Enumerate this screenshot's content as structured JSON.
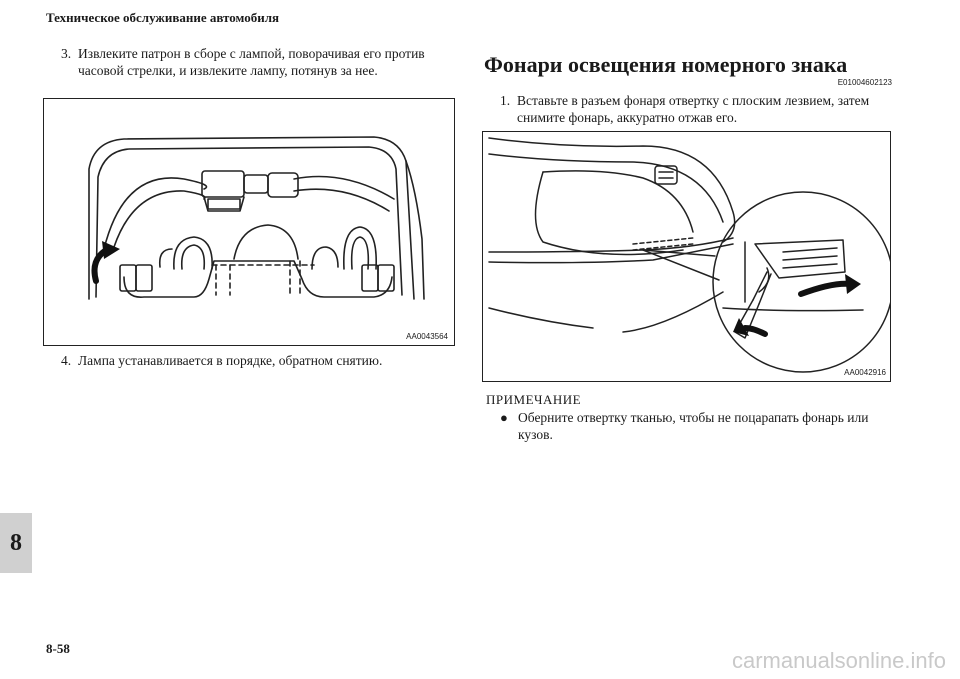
{
  "header": {
    "title": "Техническое обслуживание автомобиля"
  },
  "side_tab": {
    "label": "8"
  },
  "page_number": "8-58",
  "left_column": {
    "step3": {
      "number": "3.",
      "lines": [
        "Извлеките патрон в сборе с лампой, поворачивая его против",
        "часовой стрелки, и извлеките лампу, потянув за нее."
      ]
    },
    "figure1": {
      "code": "AA0043564"
    },
    "step4": {
      "number": "4.",
      "text": "Лампа устанавливается в порядке, обратном снятию."
    }
  },
  "right_column": {
    "section_title": "Фонари освещения номерного знака",
    "doc_code": "E01004602123",
    "step1": {
      "number": "1.",
      "lines": [
        "Вставьте в разъем фонаря отвертку с плоским лезвием, затем",
        "снимите фонарь, аккуратно отжав его."
      ]
    },
    "figure2": {
      "code": "AA0042916"
    },
    "note": {
      "heading": "ПРИМЕЧАНИЕ",
      "bullet": "●",
      "lines": [
        "Оберните отвертку тканью, чтобы не поцарапать фонарь или",
        "кузов."
      ]
    }
  },
  "watermark": "carmanualsonline.info"
}
